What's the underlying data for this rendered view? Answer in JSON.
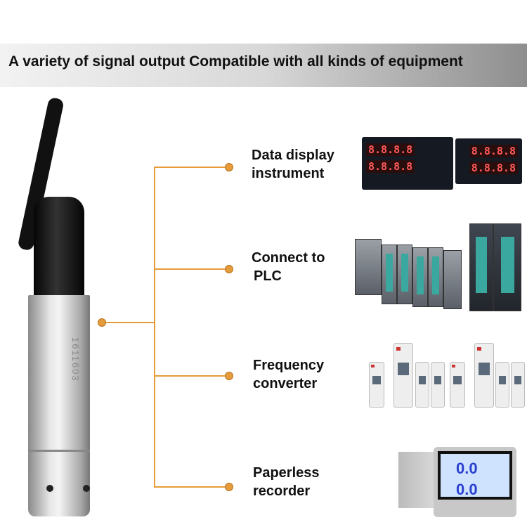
{
  "banner": {
    "title": "A variety of signal output Compatible with all kinds of equipment"
  },
  "sensor": {
    "engraving": "1611603"
  },
  "items": [
    {
      "label_line1": "Data display",
      "label_line2": "instrument",
      "displays": [
        "8.8.8.8",
        "8.8.8.8",
        "8.8.8.8",
        "8.8.8.8"
      ]
    },
    {
      "label_line1": "Connect to",
      "label_line2": "PLC"
    },
    {
      "label_line1": "Frequency",
      "label_line2": "converter"
    },
    {
      "label_line1": "Paperless",
      "label_line2": "recorder",
      "readings": [
        "0.0",
        "0.0"
      ]
    }
  ],
  "colors": {
    "accent": "#e59b3a"
  }
}
